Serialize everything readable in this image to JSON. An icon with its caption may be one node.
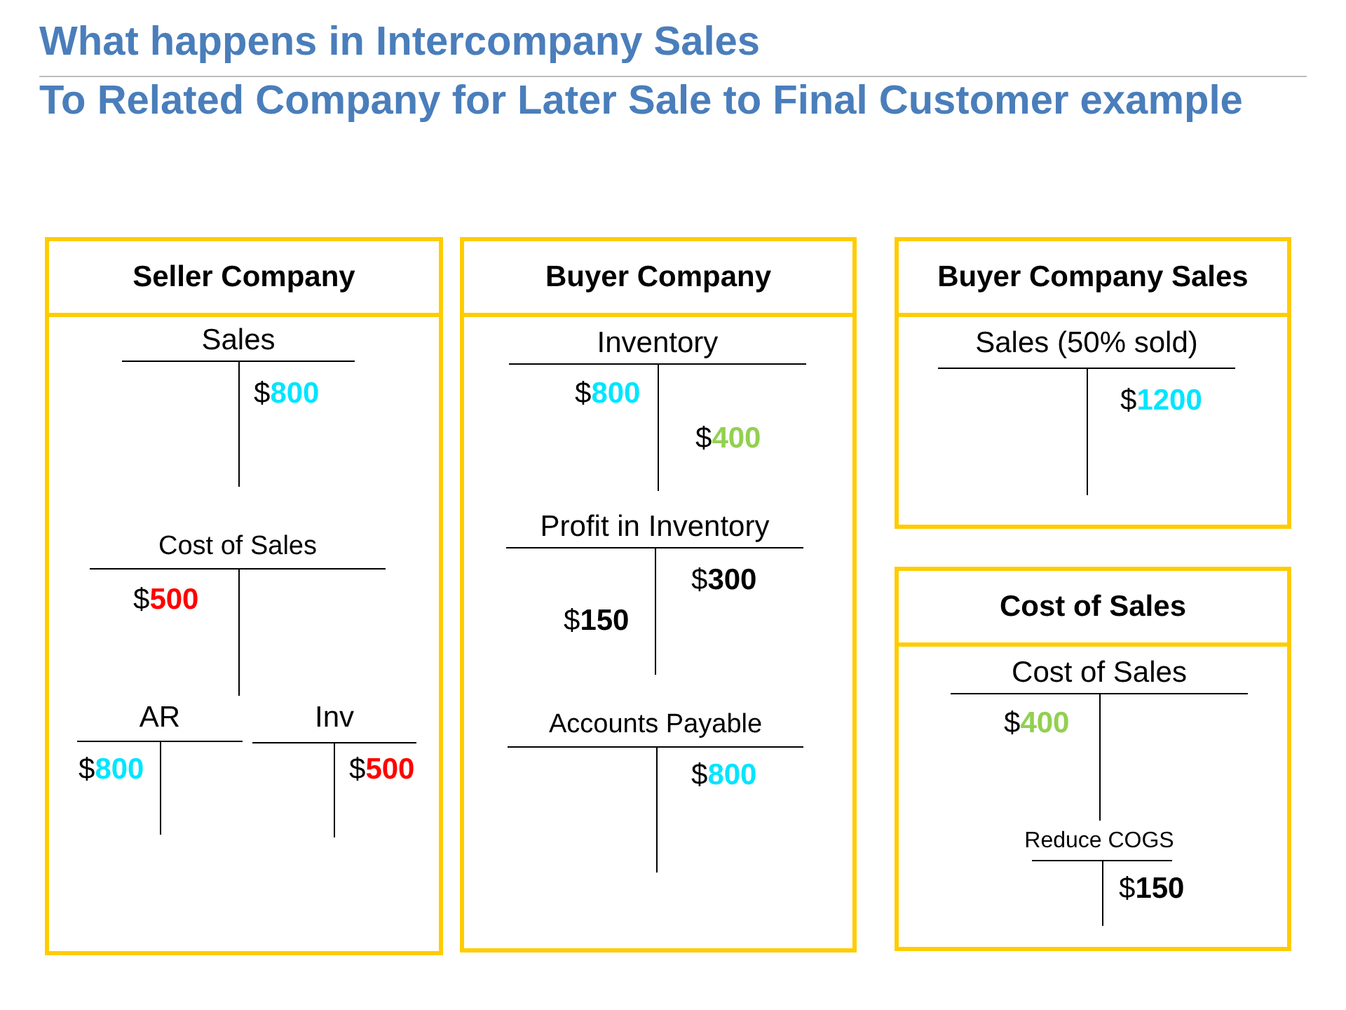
{
  "diagram": {
    "title": "What happens in Intercompany Sales",
    "nodes": [
      {
        "text": [
          "Seller Company"
        ]
      },
      {
        "text": [
          "Sales",
          "$**800**"
        ],
        "in": 0
      },
      {
        "text": [
          "Cost of Sales",
          "$**500**"
        ],
        "in": 0
      },
      {
        "text": [
          "AR",
          "$**800**"
        ],
        "in": 0
      },
      {
        "text": [
          "Inv",
          "$**500**"
        ],
        "in": 0
      },
      {
        "text": [
          "Buyer Company"
        ]
      },
      {
        "text": [
          "Inventory",
          "$**800**",
          "$**400**"
        ],
        "in": 5
      },
      {
        "text": [
          "Profit in Inventory",
          "$**300**",
          "$**150**"
        ],
        "in": 5
      },
      {
        "text": [
          "Accounts Payable",
          "$**800**"
        ],
        "in": 5
      },
      {
        "text": [
          "Buyer Company Sales"
        ]
      },
      {
        "text": [
          "Sales (50% sold)",
          "$**1200**"
        ],
        "in": 9
      },
      {
        "text": [
          "Cost of Sales"
        ]
      },
      {
        "text": [
          "Cost of Sales",
          "$**400**"
        ],
        "in": 11
      },
      {
        "text": [
          "Reduce COGS",
          "$**150**"
        ],
        "in": 11
      }
    ],
    "labels": [
      "To Related Company for Later Sale to Final Customer example"
    ]
  }
}
